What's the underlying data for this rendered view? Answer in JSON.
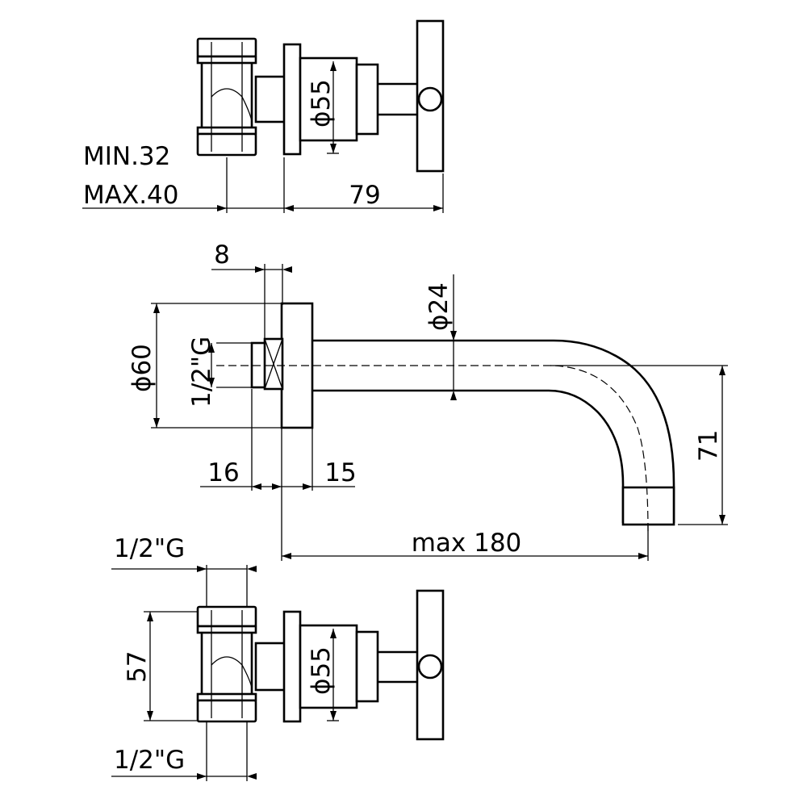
{
  "labels": {
    "min": "MIN.32",
    "max": "MAX.40",
    "dia55_top": "ϕ55",
    "len79": "79",
    "len8": "8",
    "dia60": "ϕ60",
    "thread_mid": "1/2\"G",
    "dia24": "ϕ24",
    "len16": "16",
    "len15": "15",
    "len71": "71",
    "max180": "max 180",
    "thread_bot_top": "1/2\"G",
    "len57": "57",
    "dia55_bot": "ϕ55",
    "thread_bot_bottom": "1/2\"G"
  }
}
